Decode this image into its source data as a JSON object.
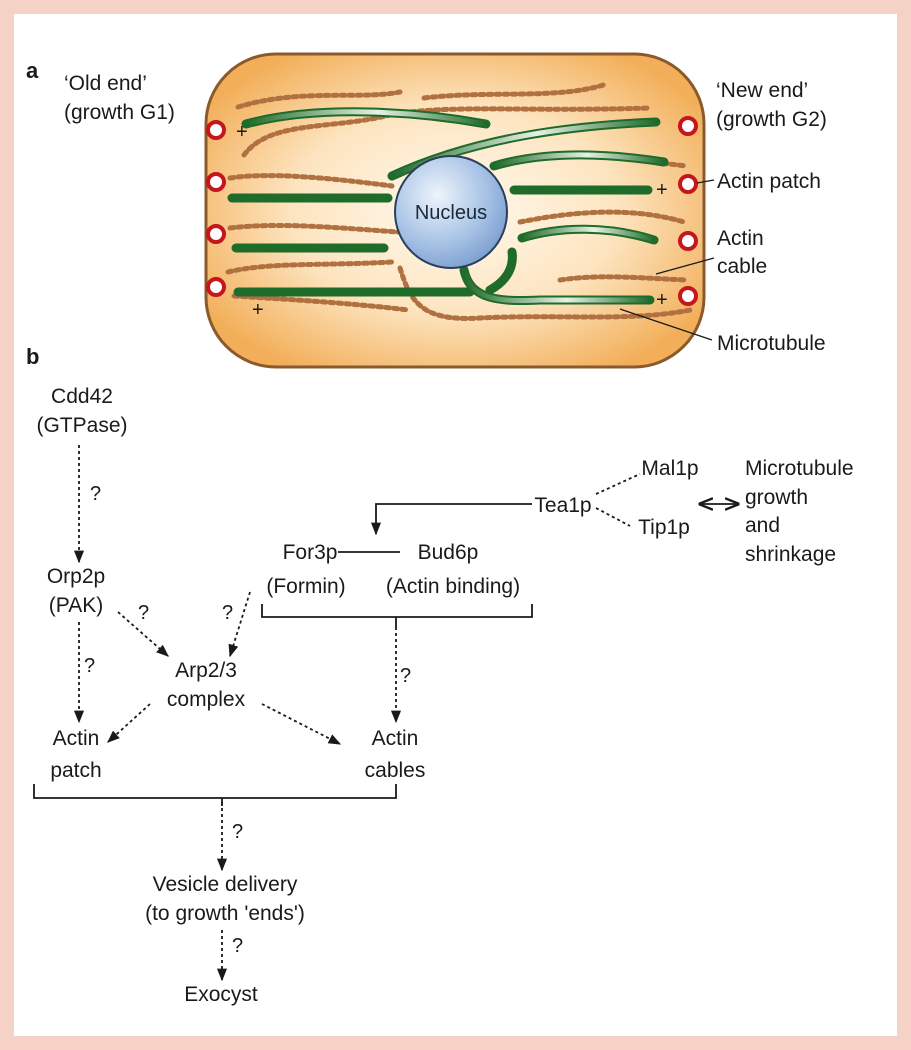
{
  "panel_a": {
    "letter": "a",
    "old_end": [
      "‘Old end’",
      "(growth G1)"
    ],
    "new_end": [
      "‘New end’",
      "(growth G2)"
    ],
    "nucleus": "Nucleus",
    "actin_patch": "Actin patch",
    "actin_cable": [
      "Actin",
      "cable"
    ],
    "microtubule": "Microtubule",
    "plus_sign": "+"
  },
  "panel_b": {
    "letter": "b",
    "cdd42": [
      "Cdd42",
      "(GTPase)"
    ],
    "orp2p": [
      "Orp2p",
      "(PAK)"
    ],
    "arp23": [
      "Arp2/3",
      "complex"
    ],
    "actin_patch": [
      "Actin",
      "patch"
    ],
    "actin_cables": [
      "Actin",
      "cables"
    ],
    "for3p": [
      "For3p",
      "(Formin)"
    ],
    "bud6p": [
      "Bud6p",
      "(Actin binding)"
    ],
    "tea1p": "Tea1p",
    "mal1p": "Mal1p",
    "tip1p": "Tip1p",
    "mt_growth": [
      "Microtubule",
      "growth",
      "and",
      "shrinkage"
    ],
    "vesicle": [
      "Vesicle delivery",
      "(to growth 'ends')"
    ],
    "exocyst": "Exocyst",
    "question": "?"
  },
  "colors": {
    "frame": "#f6d2c6",
    "cell_fill_center": "#fff5e4",
    "cell_fill_edge": "#f2ae58",
    "cell_outline": "#8a5a2c",
    "microtubule_dark": "#1f6b2a",
    "microtubule_light": "#d9eadb",
    "actin_cable": "#b07040",
    "actin_patch": "#c4161c",
    "nucleus": "#9ab9e0"
  }
}
